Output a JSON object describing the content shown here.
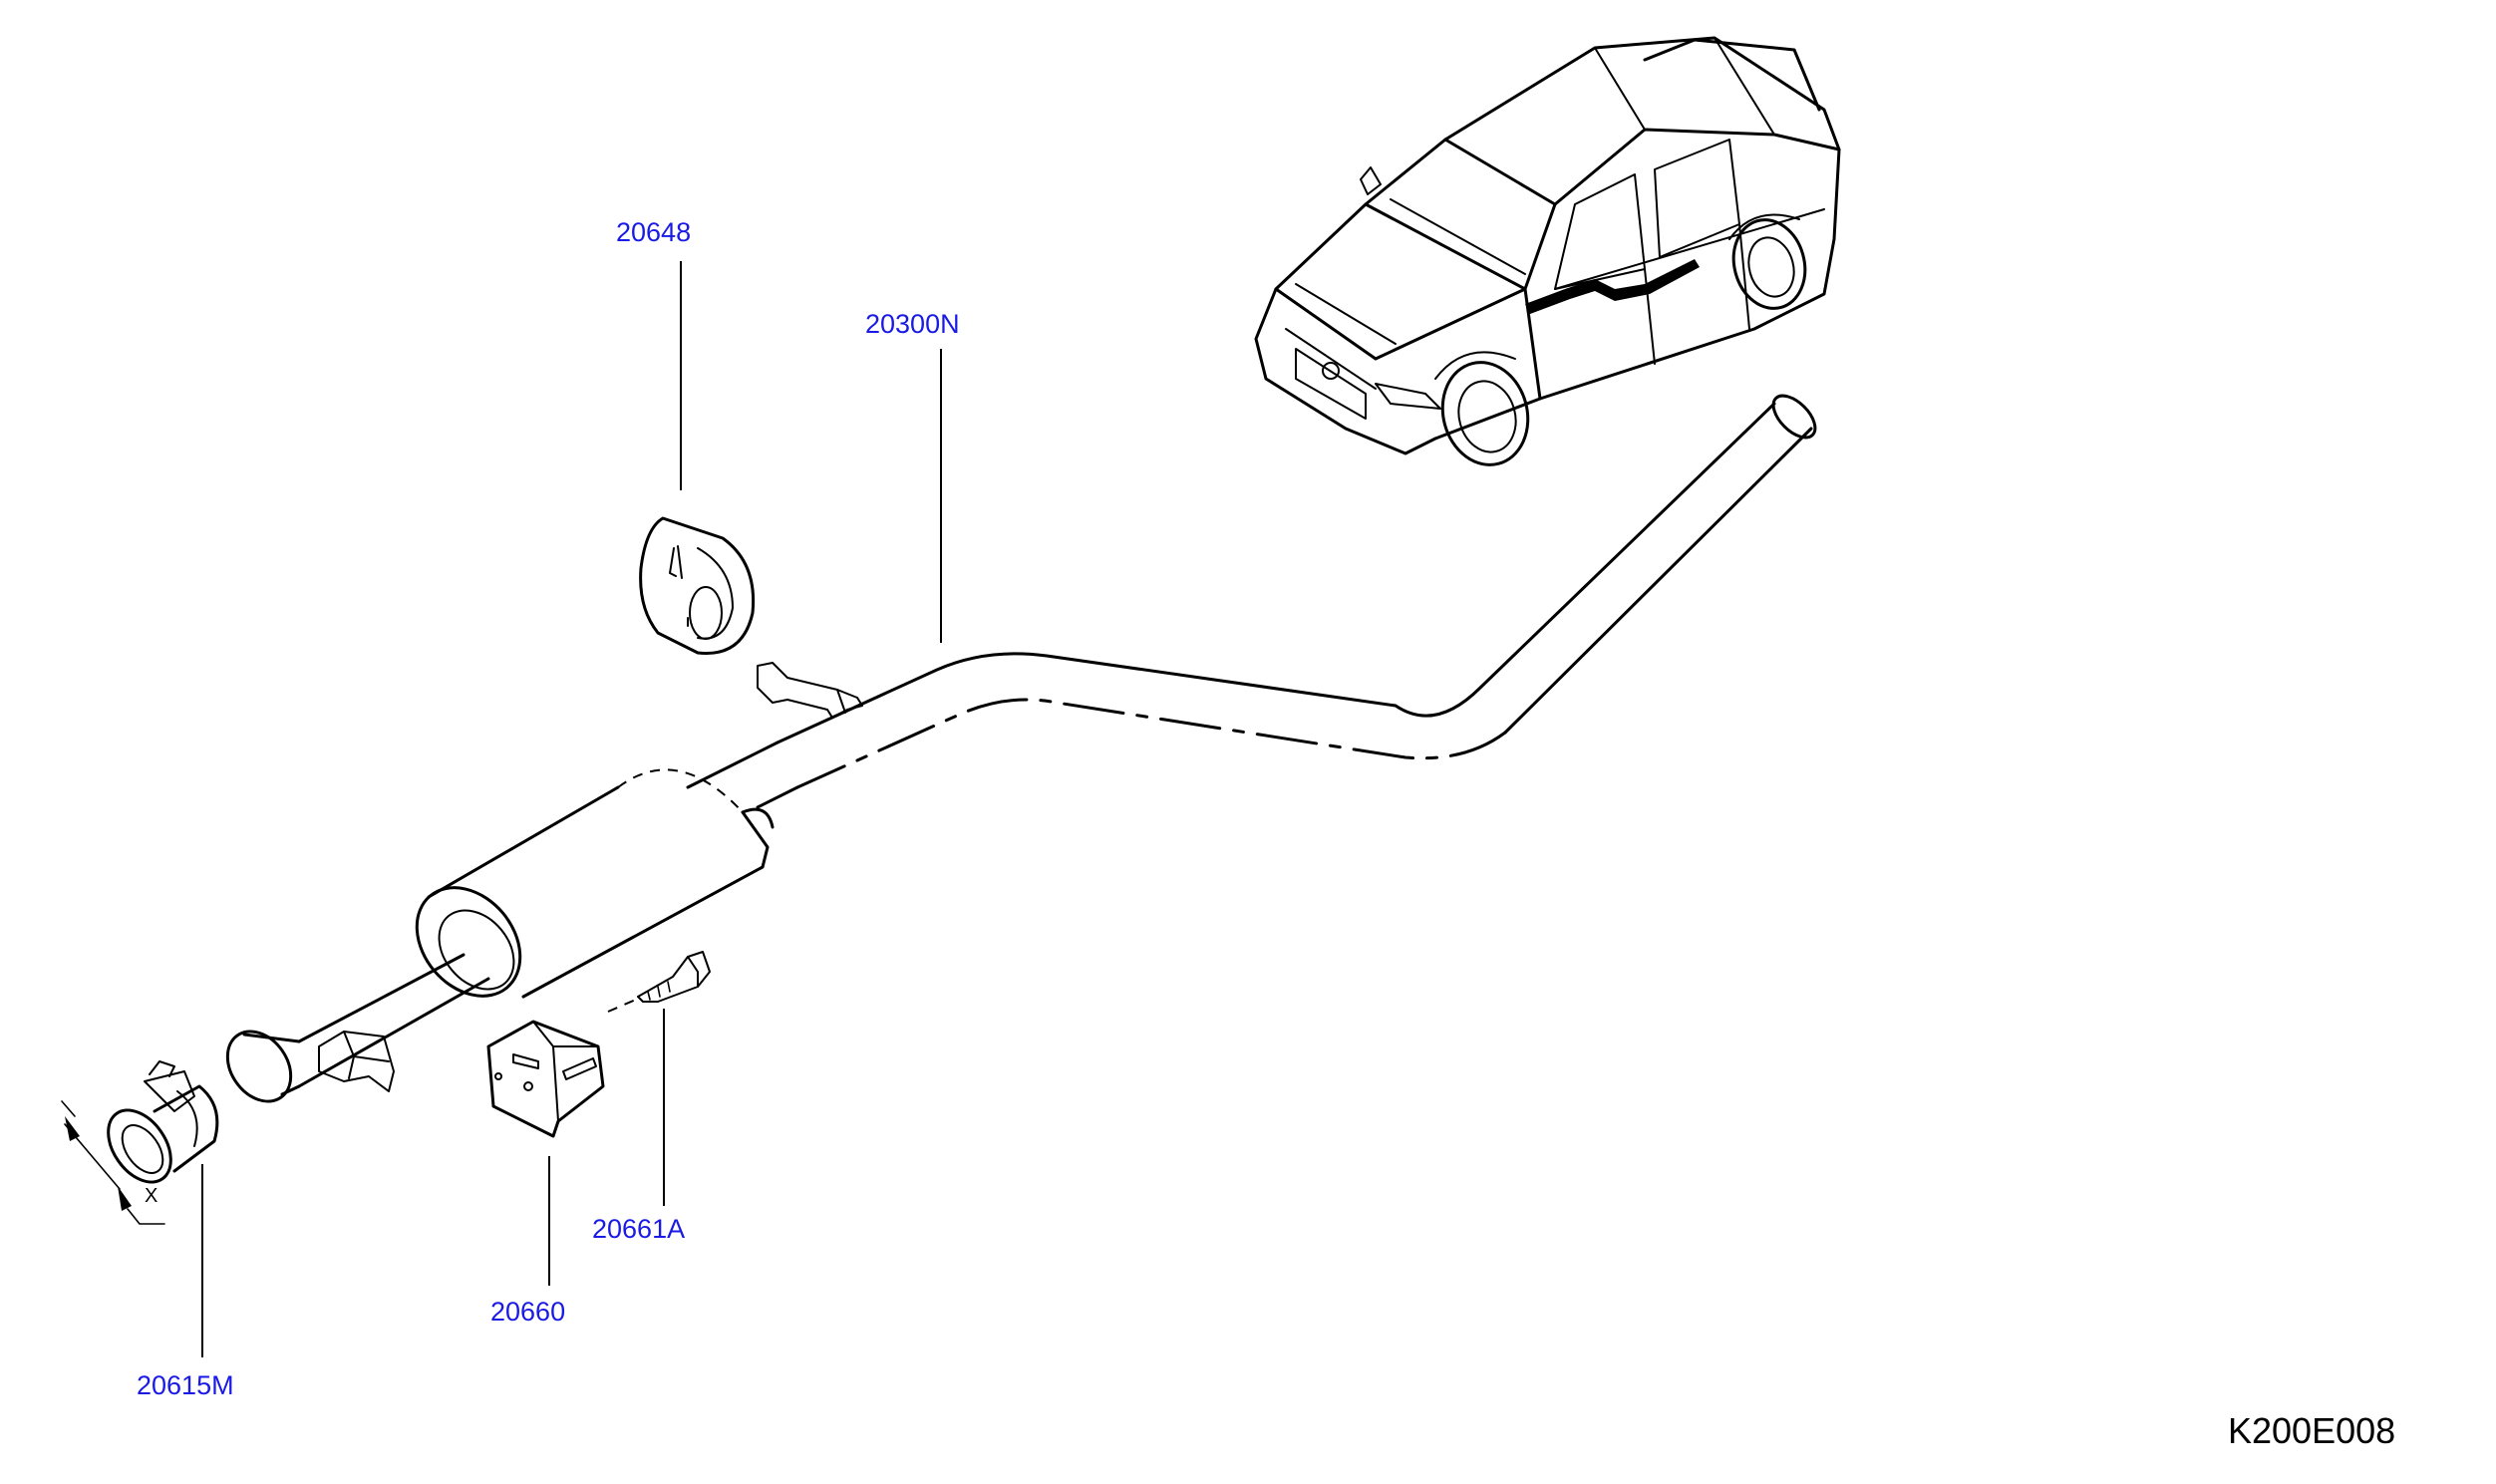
{
  "diagram": {
    "reference_code": "K200E008",
    "dimension_label": "X",
    "parts": [
      {
        "number": "20648"
      },
      {
        "number": "20300N"
      },
      {
        "number": "20661A"
      },
      {
        "number": "20660"
      },
      {
        "number": "20615M"
      }
    ],
    "colors": {
      "label": "#1a1ae6",
      "line": "#000000",
      "background": "#ffffff"
    }
  }
}
